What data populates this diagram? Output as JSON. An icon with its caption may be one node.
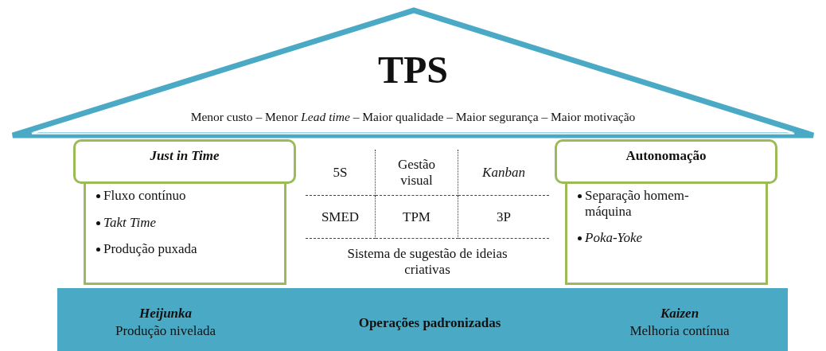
{
  "diagram": {
    "nodes": [
      {
        "text": [
          "TPS",
          "Menor custo – Menor *Lead time* – Maior qualidade – Maior segurança – Maior motivação"
        ]
      },
      {
        "text": [
          "Just in Time"
        ]
      },
      {
        "text": [
          "Fluxo contínuo",
          "*Takt Time*",
          "Produção puxada"
        ]
      },
      {
        "text": [
          "Autonomação"
        ]
      },
      {
        "text": [
          "Separação homem-máquina",
          "*Poka-Yoke*"
        ]
      },
      {
        "text": [
          "Heijunka",
          "Produção nivelada",
          "Operações padronizadas",
          "Kaizen",
          "Melhoria contínua"
        ]
      }
    ],
    "edges": [],
    "labels": [
      "5S",
      "Gestão visual",
      "*Kanban*",
      "SMED",
      "TPM",
      "3P",
      "Sistema de sugestão de ideias criativas"
    ]
  }
}
